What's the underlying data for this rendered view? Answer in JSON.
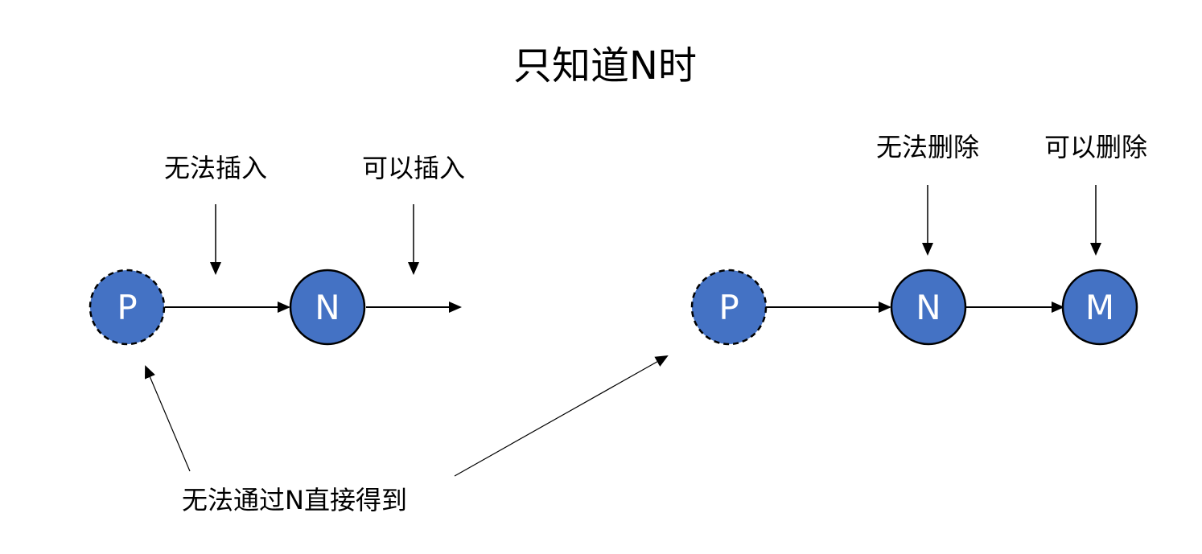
{
  "title": "只知道N时",
  "colors": {
    "node_fill": "#4472c4",
    "node_stroke": "#000000",
    "arrow": "#000000",
    "text": "#000000",
    "node_text": "#ffffff"
  },
  "left_diagram": {
    "nodes": [
      {
        "label": "P",
        "border": "dashed"
      },
      {
        "label": "N",
        "border": "solid"
      }
    ],
    "labels": {
      "cannot_insert": "无法插入",
      "can_insert": "可以插入"
    }
  },
  "right_diagram": {
    "nodes": [
      {
        "label": "P",
        "border": "dashed"
      },
      {
        "label": "N",
        "border": "solid"
      },
      {
        "label": "M",
        "border": "solid"
      }
    ],
    "labels": {
      "cannot_delete": "无法删除",
      "can_delete": "可以删除"
    }
  },
  "bottom_note": "无法通过N直接得到"
}
